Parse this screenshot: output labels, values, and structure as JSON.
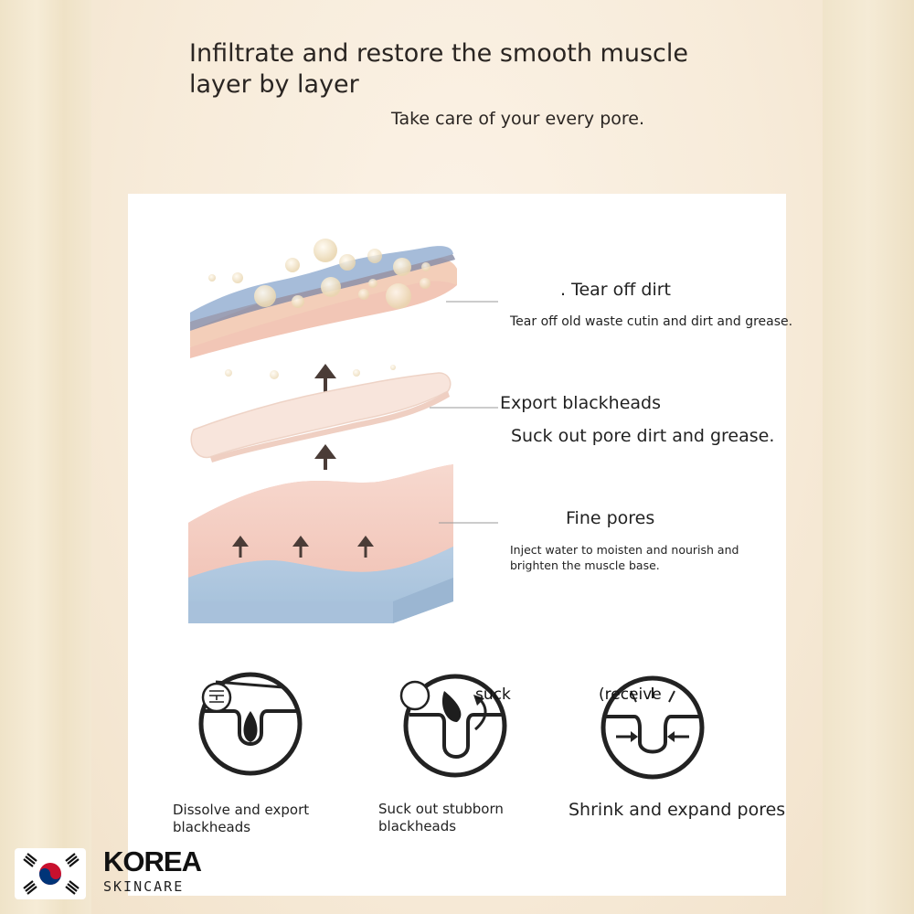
{
  "header": {
    "headline": "Infiltrate and restore the smooth muscle layer by layer",
    "subhead": "Take care of your every pore."
  },
  "layers": [
    {
      "title": ". Tear off dirt",
      "description": "Tear off old waste cutin and dirt and grease."
    },
    {
      "title": "Export blackheads",
      "description": "Suck out pore dirt and grease."
    },
    {
      "title": "Fine pores",
      "description": "Inject water to moisten and nourish and brighten the muscle base."
    }
  ],
  "icons": [
    {
      "word": "",
      "caption": "Dissolve and export blackheads",
      "icon": "dissolve-pore-icon"
    },
    {
      "word": "suck",
      "caption": "Suck out stubborn blackheads",
      "icon": "suction-pore-icon"
    },
    {
      "word": "receive",
      "caption": "Shrink and expand pores",
      "icon": "shrink-pore-icon"
    }
  ],
  "logo": {
    "line1": "KOREA",
    "line2": "SKINCARE"
  },
  "colors": {
    "skin_pink": "#f6cfc4",
    "skin_blue": "#a9c3dd",
    "arrow": "#4a3c37",
    "background": "#f4ead8"
  }
}
